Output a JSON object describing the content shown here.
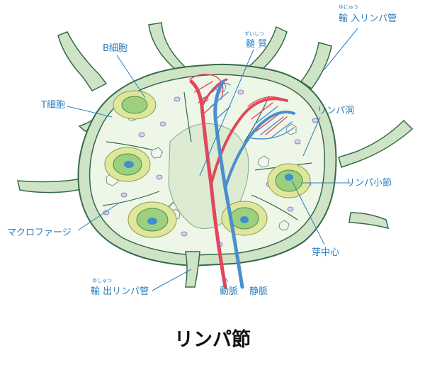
{
  "title": "リンパ節",
  "labels": {
    "afferent": {
      "ruby": "ゆにゅう",
      "text": "輸 入リンパ管"
    },
    "medulla": {
      "ruby": "ずいしつ",
      "text": "髄 質"
    },
    "bcell": {
      "text": "B細胞"
    },
    "tcell": {
      "text": "T細胞"
    },
    "sinus": {
      "text": "リンパ洞"
    },
    "nodule": {
      "text": "リンパ小節"
    },
    "macrophage": {
      "text": "マクロファージ"
    },
    "germinal": {
      "text": "芽中心"
    },
    "efferent": {
      "ruby": "ゆしゅつ",
      "text": "輸 出リンパ管"
    },
    "artery": {
      "text": "動脈"
    },
    "vein": {
      "text": "静脈"
    }
  },
  "colors": {
    "capsule": "#d4e6cc",
    "outline": "#356a48",
    "cortex": "#eef6e8",
    "nodule_outer": "#dfe79c",
    "nodule_inner": "#9cd07e",
    "germinal_center": "#3f8fd0",
    "artery": "#e0485a",
    "vein": "#4a8fcf",
    "label": "#2a7fbf"
  }
}
